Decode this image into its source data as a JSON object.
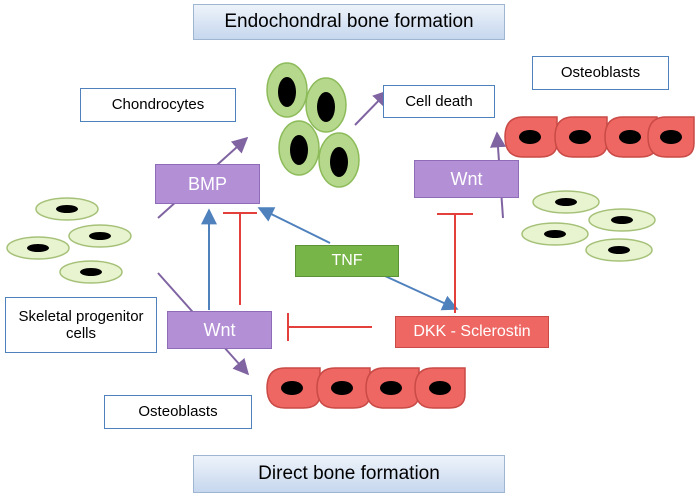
{
  "labels": {
    "top_title": "Endochondral bone formation",
    "bottom_title": "Direct bone formation",
    "chondrocytes": "Chondrocytes",
    "cell_death": "Cell death",
    "osteoblasts_top": "Osteoblasts",
    "osteoblasts_bottom": "Osteoblasts",
    "progenitor": "Skeletal progenitor cells",
    "bmp": "BMP",
    "wnt_left": "Wnt",
    "wnt_right": "Wnt",
    "tnf": "TNF",
    "dkk": "DKK - Sclerostin"
  },
  "colors": {
    "arrow_blue": "#4f81bd",
    "arrow_purple": "#8064a2",
    "inhibit_red": "#e3403b",
    "osteoblast_fill": "#ee6763",
    "chondrocyte_fill": "#b5d88c",
    "progenitor_fill": "#e8f3cf",
    "nucleus": "#000000"
  }
}
